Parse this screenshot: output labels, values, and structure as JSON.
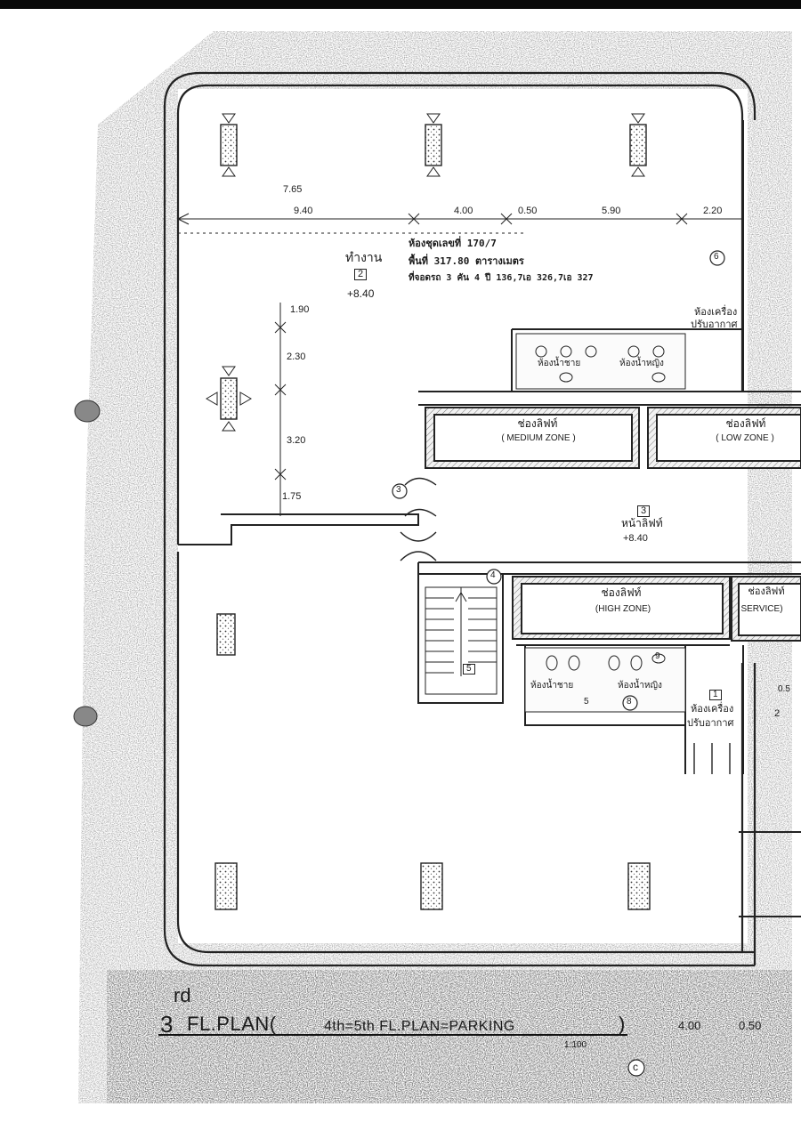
{
  "document": {
    "title_superscript": "rd",
    "title_prefix": "3",
    "title_main": "FL.PLAN(",
    "title_sub": "4th=5th FL.PLAN=PARKING",
    "title_close": ")",
    "scale": "1:100",
    "footer_dim_a": "4.00",
    "footer_dim_b": "0.50",
    "footer_mark": "c"
  },
  "dimensions": {
    "top_left_vertical": "7.65",
    "span_1": "9.40",
    "span_2": "4.00",
    "span_3": "0.50",
    "span_4": "5.90",
    "span_5": "2.20",
    "vert_1": "1.90",
    "vert_2": "2.30",
    "vert_3": "3.20",
    "vert_4": "1.75"
  },
  "unit_info": {
    "line_1": "ห้องชุดเลขที่ 170/7",
    "line_2": "พื้นที่ 317.80 ตารางเมตร",
    "line_3": "ที่จอดรถ 3 คัน 4 ปี 136,7เอ 326,7เอ 327"
  },
  "rooms": {
    "workroom_label": "ทำงาน",
    "workroom_tag": "2",
    "workroom_level": "+8.40",
    "lift_medium_label": "ช่องลิฟท์",
    "lift_medium_zone": "( MEDIUM ZONE )",
    "lift_low_label": "ช่องลิฟท์",
    "lift_low_zone": "( LOW ZONE )",
    "lift_high_label": "ช่องลิฟท์",
    "lift_high_zone": "(HIGH ZONE)",
    "lift_service_label": "ช่องลิฟท์",
    "lift_service_zone": "SERVICE)",
    "lobby_tag": "3",
    "lobby_label": "หน้าลิฟท์",
    "lobby_level": "+8.40",
    "ac_room_1": "ห้องเครื่อง",
    "ac_room_1b": "ปรับอากาศ",
    "ac_room_2": "ห้องเครื่อง",
    "ac_room_2b": "ปรับอากาศ",
    "toilet_1": "ห้องน้ำชาย",
    "toilet_2": "ห้องน้ำหญิง",
    "toilet_3": "ห้องน้ำชาย",
    "toilet_4": "ห้องน้ำหญิง",
    "ac_tag": "1",
    "door_tag_3": "3",
    "door_tag_4": "4",
    "door_tag_5": "5",
    "door_tag_6": "6",
    "door_tag_8": "8",
    "door_tag_9": "9",
    "stair_tag": "5",
    "right_dim_a": "0.5",
    "right_dim_b": "2"
  }
}
